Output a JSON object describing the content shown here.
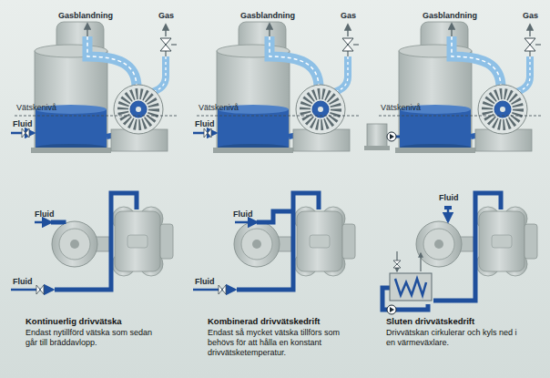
{
  "diagram": {
    "labels": [
      "Gasblandning",
      "Gas",
      "Vätskenivå",
      "Fluid",
      "Gasblandning",
      "Gas",
      "Vätskenivå",
      "Fluid",
      "Gasblandning",
      "Gas",
      "Vätskenivå",
      "Fluid",
      "Fluid",
      "Fluid",
      "Fluid",
      "Fluid",
      "Kontinuerlig drivvätska",
      "Endast nytillförd vätska som sedan går till bräddavlopp.",
      "Kombinerad drivvätskedrift",
      "Endast så mycket vätska tillförs som behövs för att hålla en konstant drivvätsketemperatur.",
      "Sluten drivvätskedrift",
      "Drivvätskan cirkulerar och kyls ned i en värmeväxlare."
    ]
  }
}
